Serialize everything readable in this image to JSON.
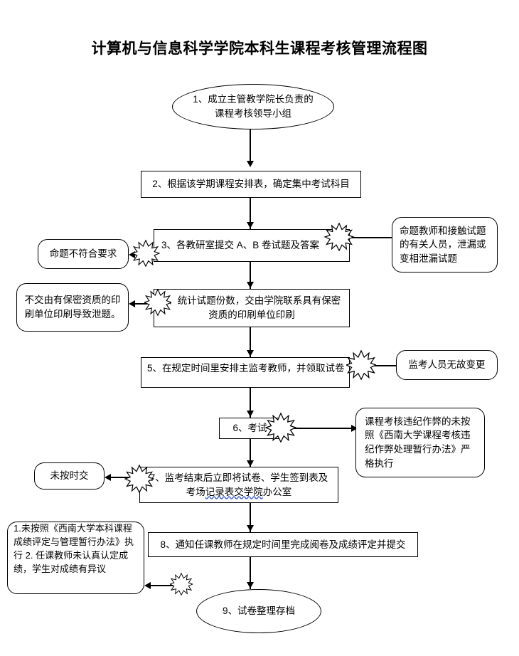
{
  "document": {
    "title": "计算机与信息科学学院本科生课程考核管理流程图"
  },
  "flow": {
    "start": {
      "id": "node-1",
      "shape": "ellipse",
      "text": "1、成立主管教学院长负责的课程考核领导小组"
    },
    "steps": [
      {
        "id": "node-2",
        "shape": "rect",
        "text": "2、根据该学期课程安排表，确定集中考试科目"
      },
      {
        "id": "node-3",
        "shape": "rect",
        "text": "3、各教研室提交 A、B 卷试题及答案"
      },
      {
        "id": "node-4",
        "shape": "rect",
        "text": "4、统计试题份数，交由学院联系具有保密资质的印刷单位印刷"
      },
      {
        "id": "node-5",
        "shape": "rect",
        "text": "5、在规定时间里安排主监考教师，并领取试卷"
      },
      {
        "id": "node-6",
        "shape": "rect",
        "text": "6、考试"
      },
      {
        "id": "node-7",
        "shape": "rect",
        "text_line1": "7、监考结束后立即将试卷、学生签到表及",
        "text_line2_prefix": "考场",
        "text_line2_spell": "记录表交学院",
        "text_line2_suffix": "办公室"
      },
      {
        "id": "node-8",
        "shape": "rect",
        "text": "8、通知任课教师在规定时间里完成阅卷及成绩评定并提交"
      }
    ],
    "end": {
      "id": "node-9",
      "shape": "ellipse",
      "text": "9、试卷整理存档"
    },
    "exceptions_left": [
      {
        "id": "exc-left-1",
        "shape": "rounded",
        "text": "命题不符合要求",
        "attached_to": "node-3"
      },
      {
        "id": "exc-left-2",
        "shape": "rounded",
        "text": "不交由有保密资质的印刷单位印刷导致泄题。",
        "attached_to": "node-4"
      },
      {
        "id": "exc-left-3",
        "shape": "rounded",
        "text": "未按时交",
        "attached_to": "node-7"
      },
      {
        "id": "exc-left-4",
        "shape": "rounded",
        "line1": "1.未按照《西南大学本科课程成绩评定与管理暂行办法》执行",
        "line2": "2. 任课教师未认真认定成绩，学生对成绩有异议",
        "attached_to": "node-8"
      }
    ],
    "exceptions_right": [
      {
        "id": "exc-right-1",
        "shape": "rounded",
        "text": "命题教师和接触试题的有关人员，泄漏或变相泄漏试题",
        "attached_to": "node-3"
      },
      {
        "id": "exc-right-2",
        "shape": "rounded",
        "text": "监考人员无故变更",
        "attached_to": "node-5"
      },
      {
        "id": "exc-right-3",
        "shape": "rounded",
        "text": "课程考核违纪作弊的未按照《西南大学课程考核违纪作弊处理暂行办法》严格执行",
        "attached_to": "node-6"
      }
    ]
  },
  "style": {
    "line_color": "#000000",
    "node_fill": "#ffffff",
    "page_background": "#ffffff",
    "spellcheck_underline_color": "#3b5bdb"
  }
}
